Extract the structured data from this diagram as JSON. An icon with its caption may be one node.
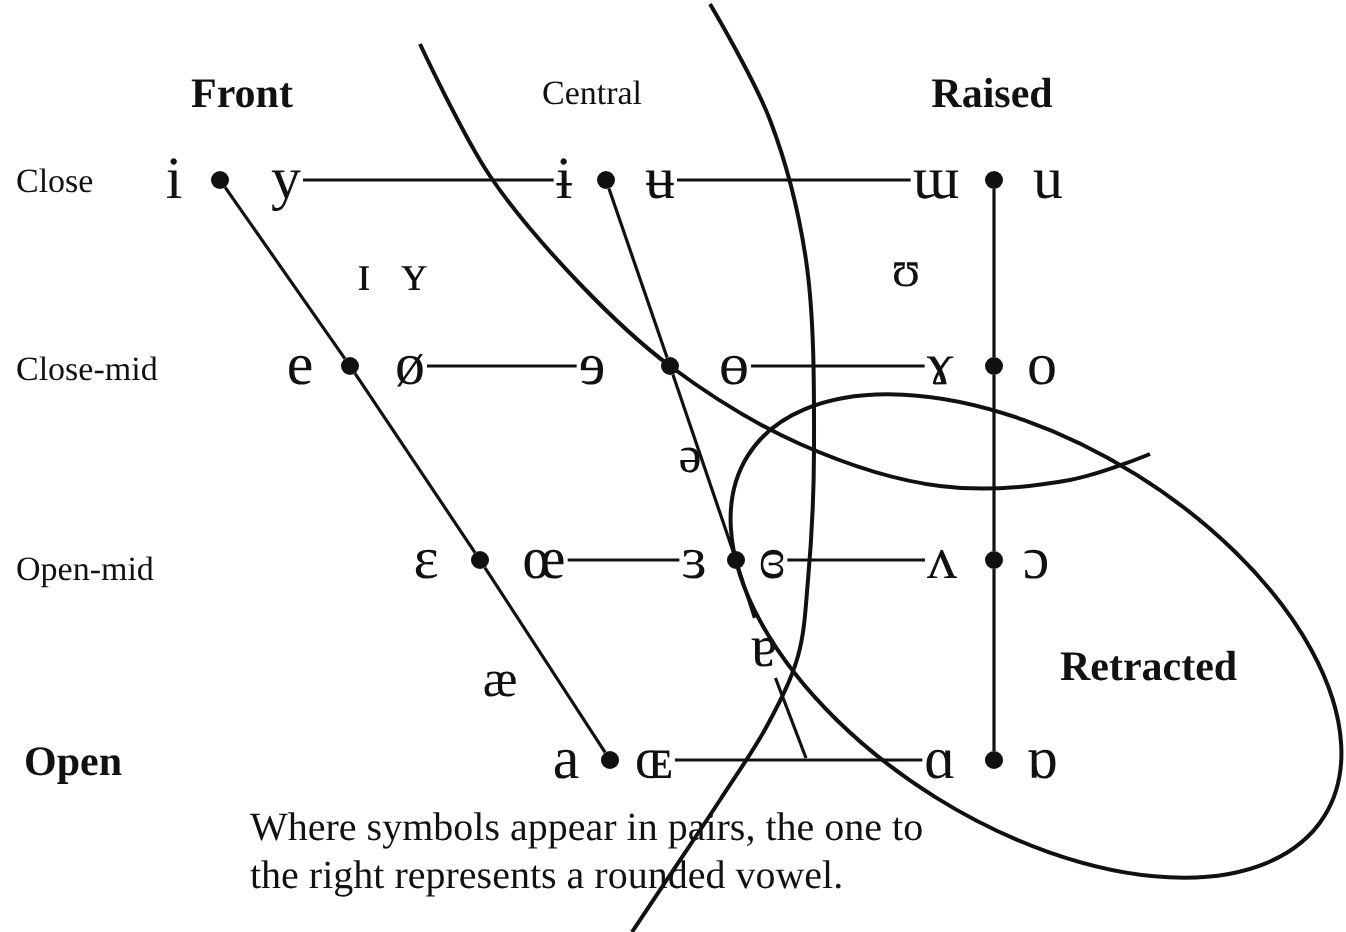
{
  "diagram": {
    "nodes": [
      {
        "text": [
          "Retracted"
        ]
      },
      {
        "text": [
          "i"
        ]
      },
      {
        "text": [],
        "shape": "circle"
      },
      {
        "text": [
          "y"
        ]
      },
      {
        "text": [
          "ɨ"
        ]
      },
      {
        "text": [],
        "shape": "circle"
      },
      {
        "text": [
          "ʉ"
        ]
      },
      {
        "text": [
          "ɯ"
        ]
      },
      {
        "text": [],
        "shape": "circle"
      },
      {
        "text": [
          "u"
        ]
      },
      {
        "text": [
          "e"
        ]
      },
      {
        "text": [],
        "shape": "circle"
      },
      {
        "text": [
          "ø"
        ]
      },
      {
        "text": [
          "ɘ"
        ]
      },
      {
        "text": [],
        "shape": "circle"
      },
      {
        "text": [
          "ɵ"
        ]
      },
      {
        "text": [
          "ɤ"
        ]
      },
      {
        "text": [],
        "shape": "circle"
      },
      {
        "text": [
          "o"
        ]
      },
      {
        "text": [
          "ɛ"
        ]
      },
      {
        "text": [],
        "shape": "circle"
      },
      {
        "text": [
          "œ"
        ]
      },
      {
        "text": [
          "ɜ"
        ]
      },
      {
        "text": [],
        "shape": "circle"
      },
      {
        "text": [
          "ɞ"
        ],
        "in": 0
      },
      {
        "text": [
          "ʌ"
        ],
        "in": 0
      },
      {
        "text": [],
        "shape": "circle",
        "in": 0
      },
      {
        "text": [
          "ɔ"
        ],
        "in": 0
      },
      {
        "text": [
          "ɐ"
        ]
      },
      {
        "text": [
          "a"
        ]
      },
      {
        "text": [],
        "shape": "circle"
      },
      {
        "text": [
          "ɶ"
        ]
      },
      {
        "text": [
          "ɑ"
        ],
        "in": 0
      },
      {
        "text": [],
        "shape": "circle",
        "in": 0
      },
      {
        "text": [
          "ɒ"
        ],
        "in": 0
      }
    ],
    "edges": [
      {
        "from": 3,
        "to": 4,
        "arrow": "none"
      },
      {
        "from": 6,
        "to": 7,
        "arrow": "none"
      },
      {
        "from": 12,
        "to": 13,
        "arrow": "none"
      },
      {
        "from": 15,
        "to": 16,
        "arrow": "none"
      },
      {
        "from": 21,
        "to": 22,
        "arrow": "none"
      },
      {
        "from": 24,
        "to": 25,
        "arrow": "none"
      },
      {
        "from": 31,
        "to": 32,
        "arrow": "none"
      },
      {
        "from": 2,
        "to": 11,
        "arrow": "none"
      },
      {
        "from": 11,
        "to": 20,
        "arrow": "none"
      },
      {
        "from": 20,
        "to": 30,
        "arrow": "none"
      },
      {
        "from": 5,
        "to": 14,
        "arrow": "none"
      },
      {
        "from": 14,
        "to": 23,
        "arrow": "none"
      },
      {
        "from": 23,
        "to": 28,
        "arrow": "none"
      },
      {
        "from": 28,
        "to": null,
        "arrow": "none"
      },
      {
        "from": 8,
        "to": 17,
        "arrow": "none"
      },
      {
        "from": 17,
        "to": 26,
        "arrow": "none"
      },
      {
        "from": 26,
        "to": 33,
        "arrow": "none"
      }
    ],
    "labels": [
      "Front",
      "Central",
      "Raised",
      "Close",
      "ɪ",
      "ʏ",
      "ʊ",
      "Close-mid",
      "ə",
      "Open-mid",
      "æ",
      "Open",
      "Where symbols appear in pairs, the one to the right represents a rounded vowel."
    ]
  }
}
